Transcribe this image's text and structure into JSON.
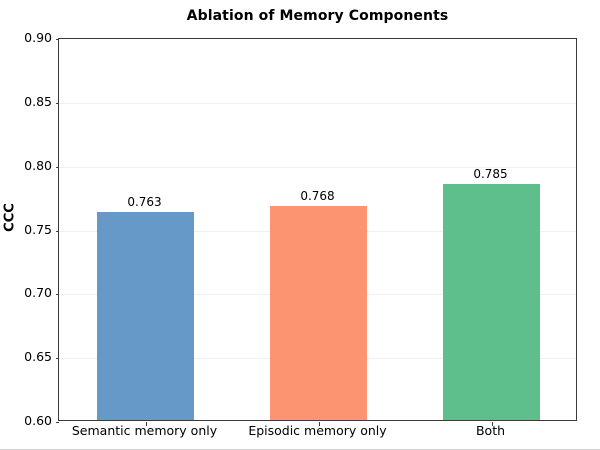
{
  "chart_data": {
    "type": "bar",
    "title": "Ablation of Memory Components",
    "xlabel": "",
    "ylabel": "CCC",
    "categories": [
      "Semantic memory only",
      "Episodic memory only",
      "Both"
    ],
    "values": [
      0.763,
      0.768,
      0.785
    ],
    "value_labels": [
      "0.763",
      "0.768",
      "0.785"
    ],
    "colors": [
      "#6699c8",
      "#fc9472",
      "#5fbf8c"
    ],
    "ylim": [
      0.6,
      0.9
    ],
    "yticks": [
      0.6,
      0.65,
      0.7,
      0.75,
      0.8,
      0.85,
      0.9
    ],
    "ytick_labels": [
      "0.60",
      "0.65",
      "0.70",
      "0.75",
      "0.80",
      "0.85",
      "0.90"
    ],
    "grid": "horizontal",
    "grid_color": "#f0f0f0",
    "legend": null,
    "background": "#ffffff",
    "axis_color": "#3a3a3a"
  }
}
